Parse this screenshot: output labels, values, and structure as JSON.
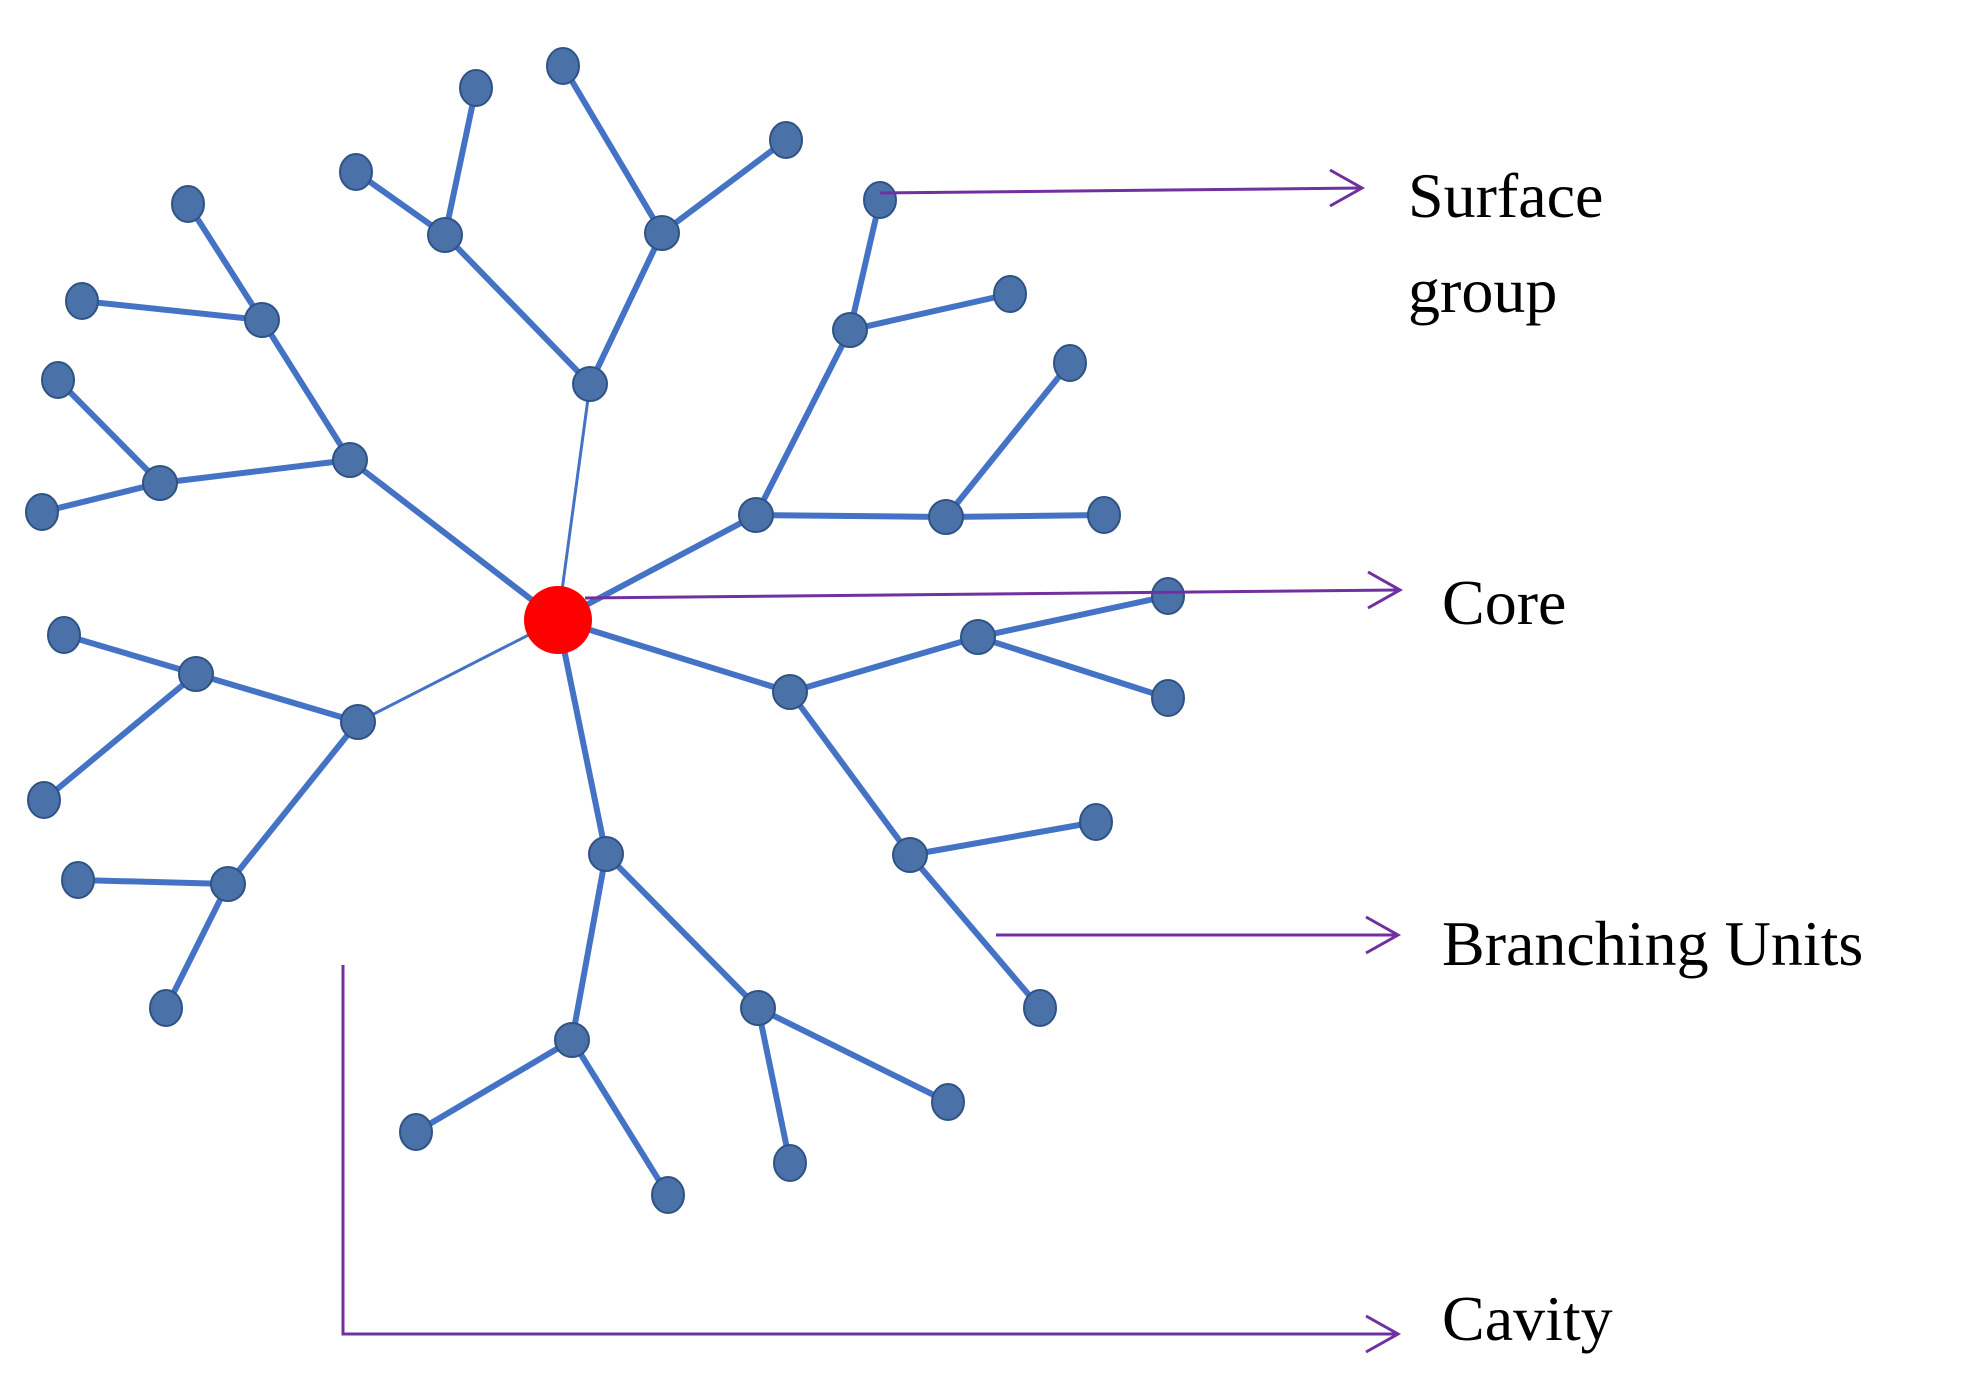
{
  "diagram": {
    "labels": {
      "surface_group_line1": "Surface",
      "surface_group_line2": "group",
      "core": "Core",
      "branching_units": "Branching Units",
      "cavity": "Cavity"
    },
    "colors": {
      "branch": "#4472C4",
      "node_fill": "#4A72A8",
      "node_stroke": "#2F5285",
      "core": "#FF0000",
      "pointer": "#7030A0",
      "text": "#000000"
    }
  }
}
